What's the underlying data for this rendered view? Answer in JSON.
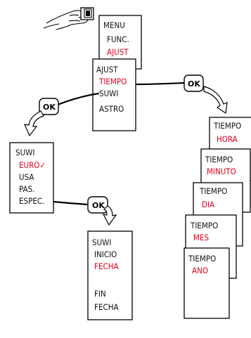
{
  "menu_main": {
    "items": [
      "MENU",
      "FUNC.",
      "AJUST"
    ],
    "highlight": 2
  },
  "menu_ajust": {
    "items": [
      "AJUST",
      "TIEMPO",
      "SUWI",
      "ASTRO"
    ],
    "highlight": 1
  },
  "menu_suwi": {
    "items": [
      "SUWI",
      "EURO✓",
      "USA",
      "PAS.",
      "ESPEC."
    ],
    "highlight": 1
  },
  "menu_espec": {
    "items": [
      "SUWI",
      "INICIO",
      "FECHA",
      "",
      "FIN",
      "FECHA"
    ],
    "highlight": 2
  },
  "tiempo_cards": [
    {
      "title": "TIEMPO",
      "value": "HORA"
    },
    {
      "title": "TIEMPO",
      "value": "MINUTO"
    },
    {
      "title": "TIEMPO",
      "value": "DIA"
    },
    {
      "title": "TIEMPO",
      "value": "MES"
    },
    {
      "title": "TIEMPO",
      "value": "ANO"
    }
  ],
  "ok_buttons": [
    "OK",
    "OK",
    "OK"
  ],
  "colors": {
    "highlight": "#e3001b",
    "line": "#000000"
  }
}
